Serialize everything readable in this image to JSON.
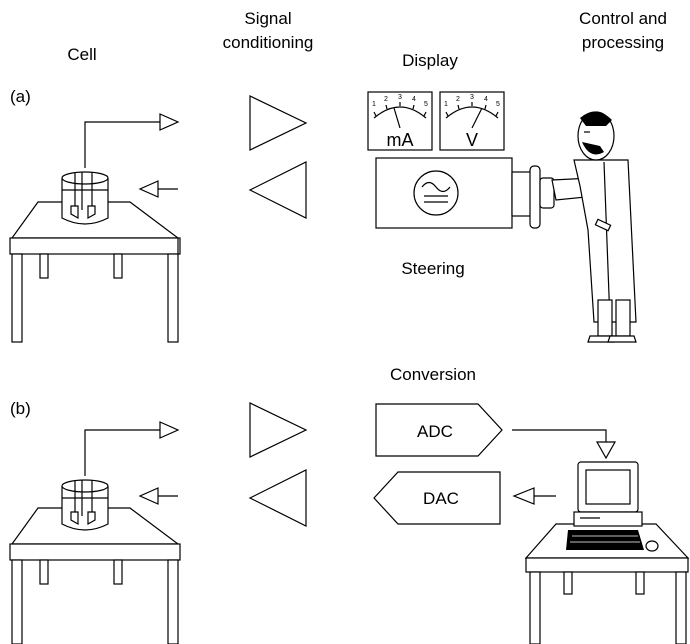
{
  "headers": {
    "cell": "Cell",
    "signal_conditioning": [
      "Signal",
      "conditioning"
    ],
    "display": "Display",
    "control_processing": [
      "Control and",
      "processing"
    ],
    "steering": "Steering",
    "conversion": "Conversion"
  },
  "panels": {
    "a": "(a)",
    "b": "(b)"
  },
  "meters": {
    "current_unit": "mA",
    "voltage_unit": "V",
    "scale_ticks": [
      "1",
      "2",
      "3",
      "4",
      "5"
    ]
  },
  "converters": {
    "adc": "ADC",
    "dac": "DAC"
  }
}
